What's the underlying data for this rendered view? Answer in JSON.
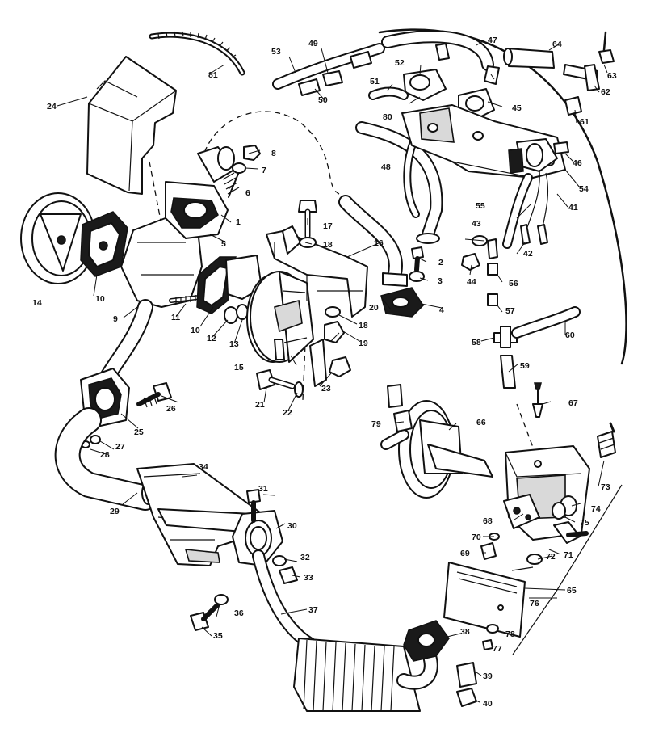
{
  "callouts": [
    "1",
    "2",
    "3",
    "4",
    "5",
    "6",
    "7",
    "8",
    "9",
    "10",
    "10",
    "11",
    "12",
    "13",
    "14",
    "15",
    "16",
    "17",
    "18",
    "18",
    "19",
    "20",
    "21",
    "22",
    "23",
    "24",
    "25",
    "26",
    "27",
    "28",
    "29",
    "30",
    "31",
    "32",
    "33",
    "34",
    "35",
    "36",
    "37",
    "38",
    "39",
    "40",
    "41",
    "42",
    "43",
    "44",
    "45",
    "46",
    "47",
    "48",
    "49",
    "50",
    "51",
    "52",
    "53",
    "54",
    "55",
    "56",
    "57",
    "58",
    "59",
    "60",
    "61",
    "62",
    "63",
    "64",
    "65",
    "66",
    "67",
    "68",
    "69",
    "70",
    "71",
    "72",
    "73",
    "74",
    "75",
    "76",
    "77",
    "78",
    "79",
    "80",
    "81"
  ],
  "colors": {
    "ink": "#111111",
    "paper": "#ffffff",
    "shade": "#d9d9d9"
  }
}
